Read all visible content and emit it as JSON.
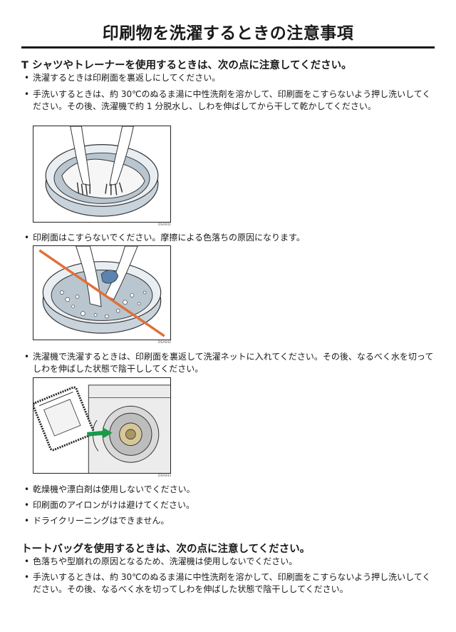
{
  "title": "印刷物を洗濯するときの注意事項",
  "section1": {
    "heading": "T シャツやトレーナーを使用するときは、次の点に注意してください。",
    "bullet": "•",
    "items": [
      "洗濯するときは印刷面を裏返しにしてください。",
      "手洗いするときは、約 30℃のぬるま湯に中性洗剤を溶かして、印刷面をこすらないよう押し洗いしてください。その後、洗濯機で約 1 分脱水し、しわを伸ばしてから干して乾かしてください。",
      "印刷面はこすらないでください。摩擦による色落ちの原因になります。",
      "洗濯機で洗濯するときは、印刷面を裏返して洗濯ネットに入れてください。その後、なるべく水を切ってしわを伸ばした状態で陰干ししてください。",
      "乾燥機や漂白剤は使用しないでください。",
      "印刷面のアイロンがけは避けてください。",
      "ドライクリーニングはできません。"
    ]
  },
  "section2": {
    "heading": "トートバッグを使用するときは、次の点に注意してください。",
    "items": [
      "色落ちや型崩れの原因となるため、洗濯機は使用しないでください。",
      "手洗いするときは、約 30℃のぬるま湯に中性洗剤を溶かして、印刷面をこすらないよう押し洗いしてください。その後、なるべく水を切ってしわを伸ばした状態で陰干ししてください。"
    ]
  },
  "figures": {
    "codes": [
      "DSA041",
      "DSA042",
      "DSA043"
    ],
    "icons": [
      "hand-wash-basin-illustration",
      "no-scrubbing-illustration",
      "washing-machine-net-illustration"
    ],
    "prohibit_color": "#e0703a",
    "arrow_color": "#1a9a4a"
  }
}
